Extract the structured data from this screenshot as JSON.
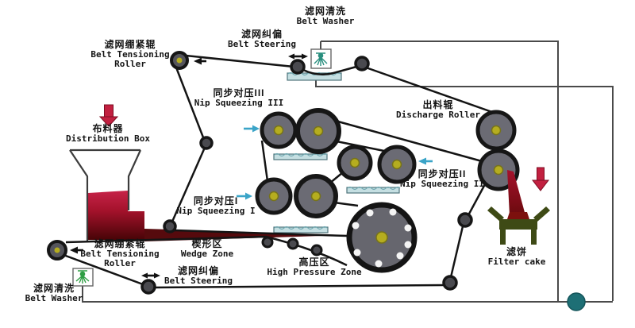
{
  "labels": {
    "belt_washer_top": {
      "zh": "滤网清洗",
      "en": "Belt Washer"
    },
    "belt_steering_top": {
      "zh": "滤网纠偏",
      "en": "Belt Steering"
    },
    "belt_tensioning_top": {
      "zh": "滤网绷紧辊",
      "en": "Belt Tensioning",
      "en2": "Roller"
    },
    "nip_squeezing_3": {
      "zh": "同步对压III",
      "en": "Nip Squeezing III"
    },
    "discharge_roller": {
      "zh": "出料辊",
      "en": "Discharge Roller"
    },
    "distribution_box": {
      "zh": "布料器",
      "en": "Distribution Box"
    },
    "nip_squeezing_1": {
      "zh": "同步对压I",
      "en": "Nip Squeezing I"
    },
    "nip_squeezing_2": {
      "zh": "同步对压II",
      "en": "Nip Squeezing II"
    },
    "belt_tensioning_bottom": {
      "zh": "滤网绷紧辊",
      "en": "Belt Tensioning",
      "en2": "Roller"
    },
    "wedge_zone": {
      "zh": "楔形区",
      "en": "Wedge Zone"
    },
    "belt_steering_bottom": {
      "zh": "滤网纠偏",
      "en": "Belt Steering"
    },
    "belt_washer_bottom": {
      "zh": "滤网清洗",
      "en": "Belt Washer"
    },
    "high_pressure_zone": {
      "zh": "高压区",
      "en": "High Pressure Zone"
    },
    "filter_cake": {
      "zh": "滤饼",
      "en": "Filter cake"
    }
  },
  "colors": {
    "roller_body": "#6b6b74",
    "roller_rim": "#161616",
    "roller_hub_yellow": "#b5ad1f",
    "sludge_red_bright": "#c62348",
    "sludge_red_dark": "#470407",
    "tray_water": "#c5dfe2",
    "pipe_gray": "#4a4a4a",
    "arrow_blue": "#3aa4c8",
    "arrow_red": "#c22040",
    "pump_teal": "#1e6f75",
    "spray_teal": "#2a8f7f",
    "spray_green": "#2f9e44",
    "cake_bin_olive": "#3e4a15"
  }
}
